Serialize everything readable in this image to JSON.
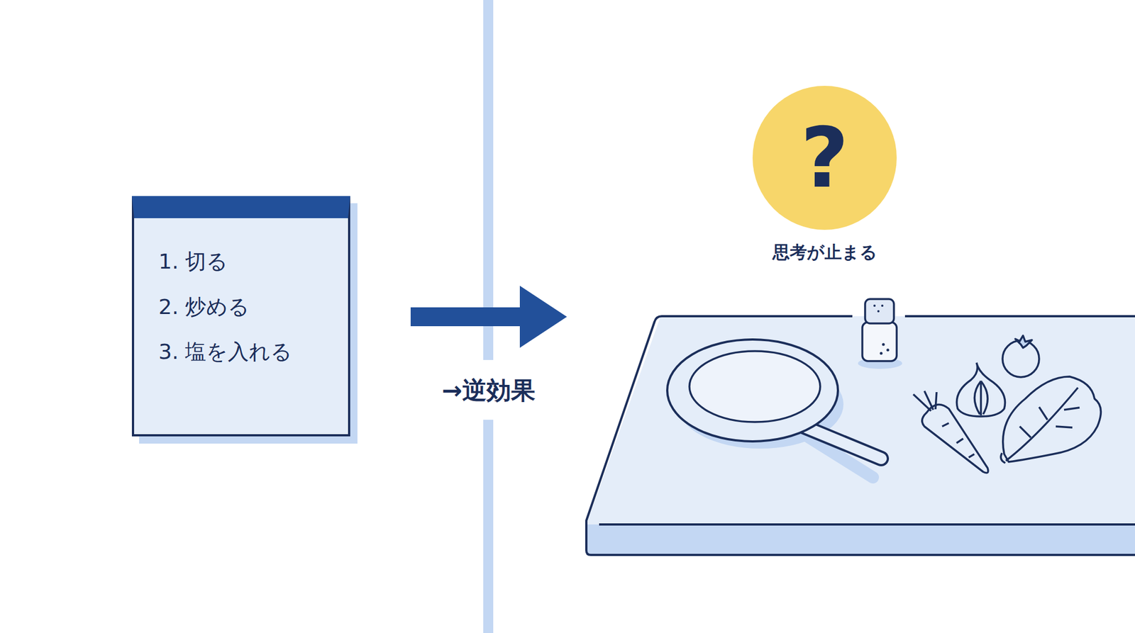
{
  "diagram": {
    "nodes": [
      {
        "text": [
          "1. 切る",
          "2. 炒める",
          "3. 塩を入れる"
        ]
      },
      {
        "text": [
          "?",
          "思考が止まる"
        ]
      }
    ],
    "labels": [
      "→逆効果"
    ]
  }
}
